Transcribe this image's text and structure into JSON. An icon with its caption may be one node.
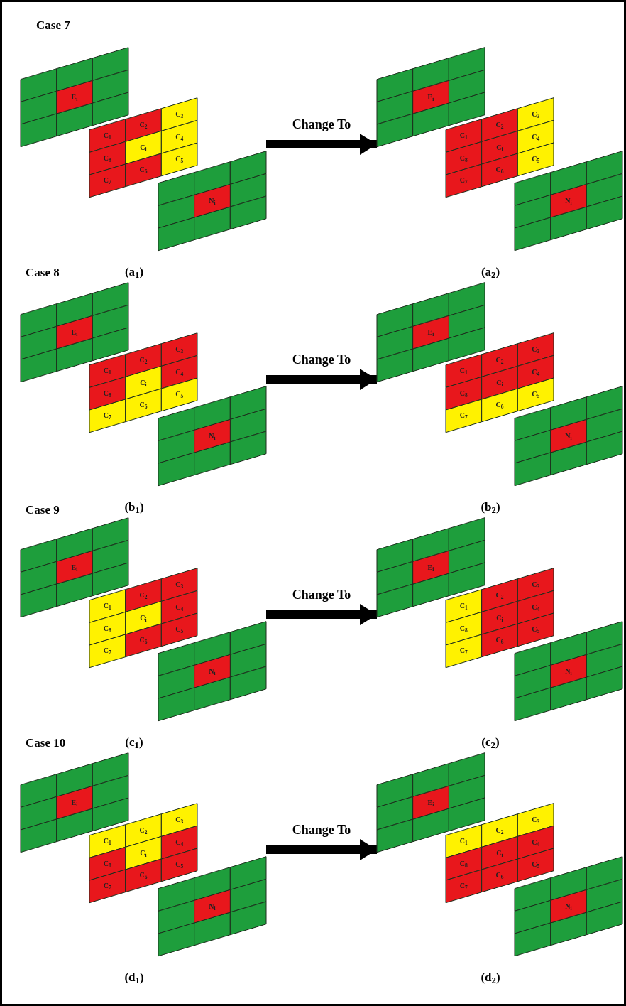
{
  "diagram": {
    "nodes": [
      {
        "text": [],
        "shape": "picture",
        "beside": [
          "(a$_{1}$)"
        ]
      },
      {
        "text": [
          "E$_{i}$"
        ],
        "in": 0
      },
      {
        "text": [
          "C$_{1}$"
        ],
        "in": 0
      },
      {
        "text": [
          "C$_{2}$"
        ],
        "in": 0
      },
      {
        "text": [
          "C$_{3}$"
        ],
        "in": 0
      },
      {
        "text": [
          "C$_{8}$"
        ],
        "in": 0
      },
      {
        "text": [
          "C$_{i}$"
        ],
        "in": 0
      },
      {
        "text": [
          "C$_{4}$"
        ],
        "in": 0
      },
      {
        "text": [
          "C$_{7}$"
        ],
        "in": 0
      },
      {
        "text": [
          "C$_{6}$"
        ],
        "in": 0
      },
      {
        "text": [
          "C$_{5}$"
        ],
        "in": 0
      },
      {
        "text": [
          "N$_{i}$"
        ],
        "in": 0
      },
      {
        "text": [],
        "shape": "picture",
        "beside": [
          "(a$_{2}$)"
        ]
      },
      {
        "text": [
          "E$_{i}$"
        ],
        "in": 12
      },
      {
        "text": [
          "C$_{1}$"
        ],
        "in": 12
      },
      {
        "text": [
          "C$_{2}$"
        ],
        "in": 12
      },
      {
        "text": [
          "C$_{3}$"
        ],
        "in": 12
      },
      {
        "text": [
          "C$_{8}$"
        ],
        "in": 12
      },
      {
        "text": [
          "C$_{i}$"
        ],
        "in": 12
      },
      {
        "text": [
          "C$_{4}$"
        ],
        "in": 12
      },
      {
        "text": [
          "C$_{7}$"
        ],
        "in": 12
      },
      {
        "text": [
          "C$_{6}$"
        ],
        "in": 12
      },
      {
        "text": [
          "C$_{5}$"
        ],
        "in": 12
      },
      {
        "text": [
          "N$_{i}$"
        ],
        "in": 12
      },
      {
        "text": [],
        "shape": "picture",
        "beside": [
          "(b$_{1}$)"
        ]
      },
      {
        "text": [
          "E$_{i}$"
        ],
        "in": 24
      },
      {
        "text": [
          "C$_{1}$"
        ],
        "in": 24
      },
      {
        "text": [
          "C$_{2}$"
        ],
        "in": 24
      },
      {
        "text": [
          "C$_{3}$"
        ],
        "in": 24
      },
      {
        "text": [
          "C$_{8}$"
        ],
        "in": 24
      },
      {
        "text": [
          "C$_{i}$"
        ],
        "in": 24
      },
      {
        "text": [
          "C$_{4}$"
        ],
        "in": 24
      },
      {
        "text": [
          "C$_{7}$"
        ],
        "in": 24
      },
      {
        "text": [
          "C$_{6}$"
        ],
        "in": 24
      },
      {
        "text": [
          "C$_{5}$"
        ],
        "in": 24
      },
      {
        "text": [
          "N$_{i}$"
        ],
        "in": 24
      },
      {
        "text": [],
        "shape": "picture",
        "beside": [
          "(b$_{2}$)"
        ]
      },
      {
        "text": [
          "E$_{i}$"
        ],
        "in": 36
      },
      {
        "text": [
          "C$_{1}$"
        ],
        "in": 36
      },
      {
        "text": [
          "C$_{2}$"
        ],
        "in": 36
      },
      {
        "text": [
          "C$_{3}$"
        ],
        "in": 36
      },
      {
        "text": [
          "C$_{8}$"
        ],
        "in": 36
      },
      {
        "text": [
          "C$_{i}$"
        ],
        "in": 36
      },
      {
        "text": [
          "C$_{4}$"
        ],
        "in": 36
      },
      {
        "text": [
          "C$_{7}$"
        ],
        "in": 36
      },
      {
        "text": [
          "C$_{6}$"
        ],
        "in": 36
      },
      {
        "text": [
          "C$_{5}$"
        ],
        "in": 36
      },
      {
        "text": [
          "N$_{i}$"
        ],
        "in": 36
      },
      {
        "text": [],
        "shape": "picture",
        "beside": [
          "(c$_{1}$)"
        ]
      },
      {
        "text": [
          "E$_{i}$"
        ],
        "in": 48
      },
      {
        "text": [
          "C$_{1}$"
        ],
        "in": 48
      },
      {
        "text": [
          "C$_{2}$"
        ],
        "in": 48
      },
      {
        "text": [
          "C$_{3}$"
        ],
        "in": 48
      },
      {
        "text": [
          "C$_{8}$"
        ],
        "in": 48
      },
      {
        "text": [
          "C$_{i}$"
        ],
        "in": 48
      },
      {
        "text": [
          "C$_{4}$"
        ],
        "in": 48
      },
      {
        "text": [
          "C$_{7}$"
        ],
        "in": 48
      },
      {
        "text": [
          "C$_{6}$"
        ],
        "in": 48
      },
      {
        "text": [
          "C$_{5}$"
        ],
        "in": 48
      },
      {
        "text": [
          "N$_{i}$"
        ],
        "in": 48
      },
      {
        "text": [],
        "shape": "picture",
        "beside": [
          "(c$_{2}$)"
        ]
      },
      {
        "text": [
          "E$_{i}$"
        ],
        "in": 60
      },
      {
        "text": [
          "C$_{1}$"
        ],
        "in": 60
      },
      {
        "text": [
          "C$_{2}$"
        ],
        "in": 60
      },
      {
        "text": [
          "C$_{3}$"
        ],
        "in": 60
      },
      {
        "text": [
          "C$_{8}$"
        ],
        "in": 60
      },
      {
        "text": [
          "C$_{i}$"
        ],
        "in": 60
      },
      {
        "text": [
          "C$_{4}$"
        ],
        "in": 60
      },
      {
        "text": [
          "C$_{7}$"
        ],
        "in": 60
      },
      {
        "text": [
          "C$_{6}$"
        ],
        "in": 60
      },
      {
        "text": [
          "C$_{5}$"
        ],
        "in": 60
      },
      {
        "text": [
          "N$_{i}$"
        ],
        "in": 60
      },
      {
        "text": [],
        "shape": "picture",
        "beside": [
          "(d$_{1}$)"
        ]
      },
      {
        "text": [
          "E$_{i}$"
        ],
        "in": 72
      },
      {
        "text": [
          "C$_{1}$"
        ],
        "in": 72
      },
      {
        "text": [
          "C$_{2}$"
        ],
        "in": 72
      },
      {
        "text": [
          "C$_{3}$"
        ],
        "in": 72
      },
      {
        "text": [
          "C$_{8}$"
        ],
        "in": 72
      },
      {
        "text": [
          "C$_{i}$"
        ],
        "in": 72
      },
      {
        "text": [
          "C$_{4}$"
        ],
        "in": 72
      },
      {
        "text": [
          "C$_{7}$"
        ],
        "in": 72
      },
      {
        "text": [
          "C$_{6}$"
        ],
        "in": 72
      },
      {
        "text": [
          "C$_{5}$"
        ],
        "in": 72
      },
      {
        "text": [
          "N$_{i}$"
        ],
        "in": 72
      },
      {
        "text": [],
        "shape": "picture",
        "beside": [
          "(d$_{2}$)"
        ]
      },
      {
        "text": [
          "E$_{i}$"
        ],
        "in": 84
      },
      {
        "text": [
          "C$_{1}$"
        ],
        "in": 84
      },
      {
        "text": [
          "C$_{2}$"
        ],
        "in": 84
      },
      {
        "text": [
          "C$_{3}$"
        ],
        "in": 84
      },
      {
        "text": [
          "C$_{8}$"
        ],
        "in": 84
      },
      {
        "text": [
          "C$_{i}$"
        ],
        "in": 84
      },
      {
        "text": [
          "C$_{4}$"
        ],
        "in": 84
      },
      {
        "text": [
          "C$_{7}$"
        ],
        "in": 84
      },
      {
        "text": [
          "C$_{6}$"
        ],
        "in": 84
      },
      {
        "text": [
          "C$_{5}$"
        ],
        "in": 84
      },
      {
        "text": [
          "N$_{i}$"
        ],
        "in": 84
      }
    ],
    "edges": [
      {
        "from": 0,
        "to": 12,
        "arrow": "to",
        "label": "Change To"
      },
      {
        "from": 24,
        "to": 36,
        "arrow": "to",
        "label": "Change To"
      },
      {
        "from": 48,
        "to": 60,
        "arrow": "to",
        "label": "Change To"
      },
      {
        "from": 72,
        "to": 84,
        "arrow": "to",
        "label": "Change To"
      }
    ],
    "labels": [
      "Case 7",
      "Case 8",
      "Case 9",
      "Case 10"
    ]
  }
}
